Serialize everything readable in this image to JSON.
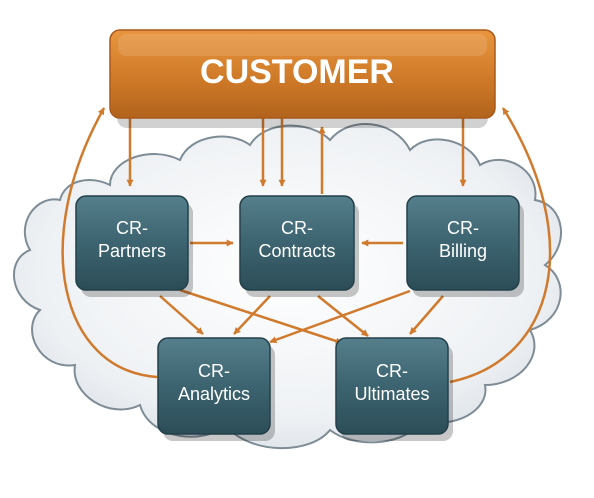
{
  "customer": {
    "label": "CUSTOMER"
  },
  "nodes": {
    "partners": {
      "line1": "CR-",
      "line2": "Partners"
    },
    "contracts": {
      "line1": "CR-",
      "line2": "Contracts"
    },
    "billing": {
      "line1": "CR-",
      "line2": "Billing"
    },
    "analytics": {
      "line1": "CR-",
      "line2": "Analytics"
    },
    "ultimates": {
      "line1": "CR-",
      "line2": "Ultimates"
    }
  },
  "colors": {
    "customer_fill": "#cf7a28",
    "node_fill": "#3c6470",
    "arrow": "#d07a2e",
    "cloud_fill": "#f1f3f6",
    "cloud_stroke": "#7e8c96"
  }
}
